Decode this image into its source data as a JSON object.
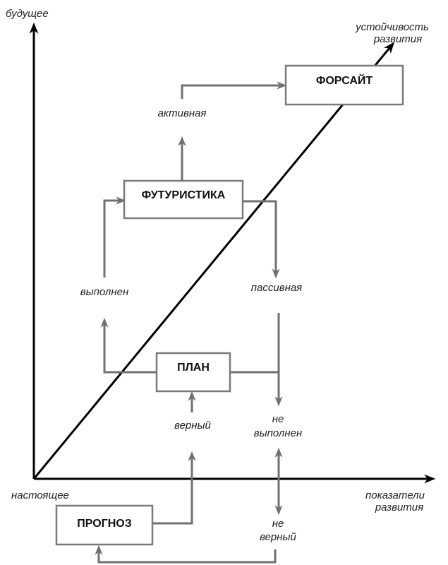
{
  "axes": {
    "y_label": "будущее",
    "origin_label": "настоящее",
    "x_label_line1": "показатели",
    "x_label_line2": "развития",
    "diagonal_label_line1": "устойчивость",
    "diagonal_label_line2": "развития"
  },
  "boxes": {
    "forsight": "ФОРСАЙТ",
    "futuristika": "ФУТУРИСТИКА",
    "plan": "ПЛАН",
    "prognoz": "ПРОГНОЗ"
  },
  "labels": {
    "active": "активная",
    "passive": "пассивная",
    "fulfilled": "выполнен",
    "not_fulfilled_line1": "не",
    "not_fulfilled_line2": "выполнен",
    "correct": "верный",
    "incorrect_line1": "не",
    "incorrect_line2": "верный"
  },
  "colors": {
    "axis": "#000000",
    "arrow": "#707070",
    "box_border": "#7a7a7a"
  }
}
